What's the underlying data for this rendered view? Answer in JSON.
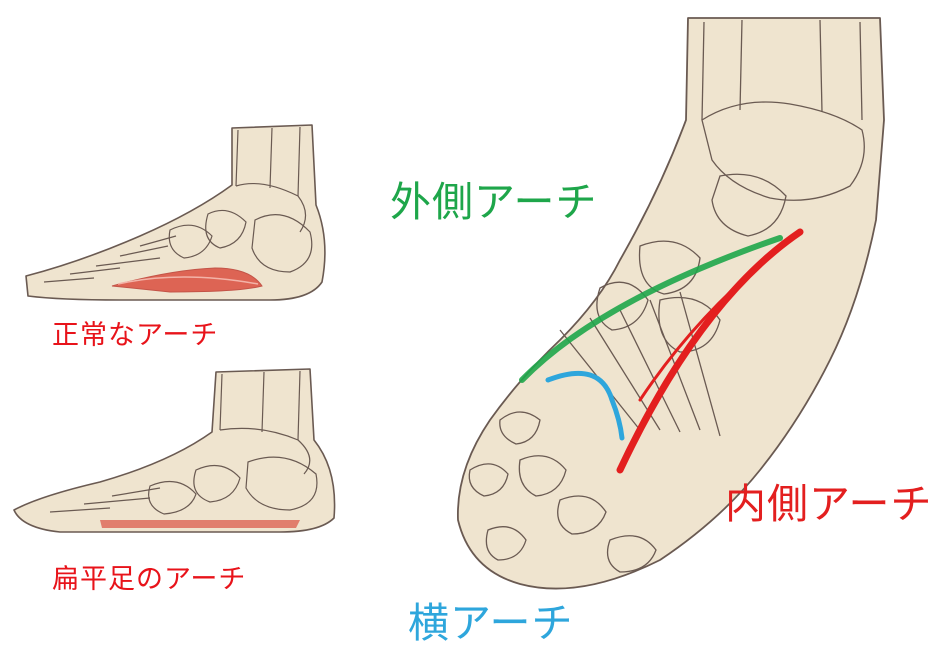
{
  "labels": {
    "normal_arch": "正常なアーチ",
    "flat_arch": "扁平足のアーチ",
    "lateral_arch": "外側アーチ",
    "medial_arch": "内側アーチ",
    "transverse_arch": "横アーチ"
  },
  "colors": {
    "background": "#ffffff",
    "skin": "#efe4cf",
    "bone_line": "#6a5a52",
    "red_label": "#e8131a",
    "lateral_arch": "#1ea64a",
    "medial_arch": "#e31f1f",
    "transverse_arch": "#2ea6dc",
    "plantar_red": "#d73a2c"
  },
  "icons": [
    "normal-foot-illustration",
    "flat-foot-illustration",
    "foot-arch-illustration"
  ]
}
